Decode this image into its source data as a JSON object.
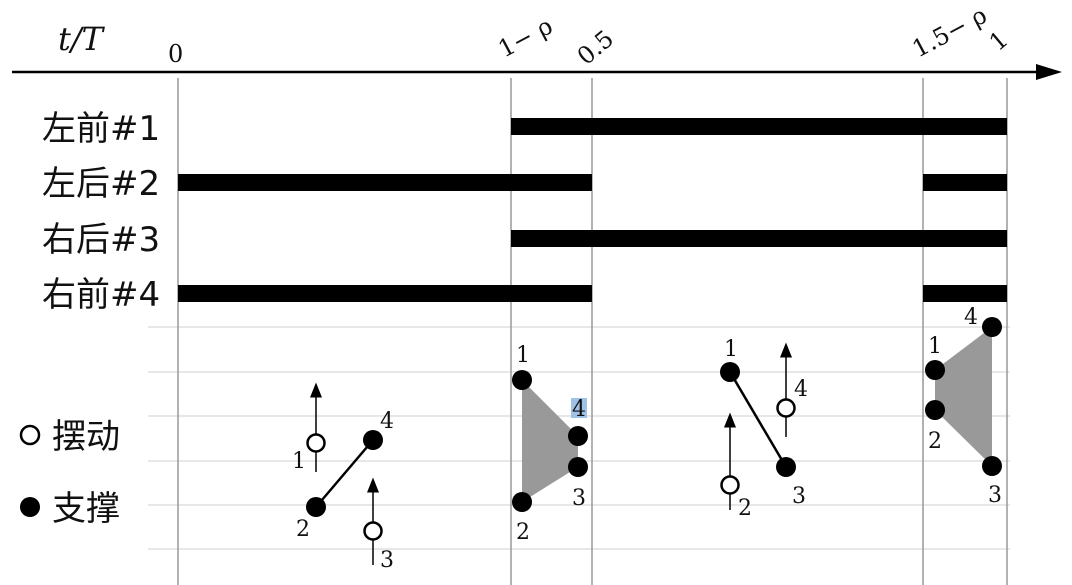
{
  "axis": {
    "label": "t/T",
    "ticks": [
      "0",
      "1− ρ",
      "0.5",
      "1.5− ρ",
      "1"
    ]
  },
  "legs": [
    {
      "label": "左前#1"
    },
    {
      "label": "左后#2"
    },
    {
      "label": "右后#3"
    },
    {
      "label": "右前#4"
    }
  ],
  "legend": {
    "swing": "摆动",
    "stance": "支撑"
  },
  "foot_labels": {
    "g1": [
      "1",
      "4",
      "2",
      "3"
    ],
    "g2": [
      "1",
      "4",
      "3",
      "2"
    ],
    "g3": [
      "1",
      "4",
      "2",
      "3"
    ],
    "g4": [
      "4",
      "1",
      "2",
      "3"
    ]
  },
  "colors": {
    "bar": "#000000",
    "polygon": "#999999",
    "grid": "#cfcfcf",
    "highlight": "#9ec3e6"
  }
}
